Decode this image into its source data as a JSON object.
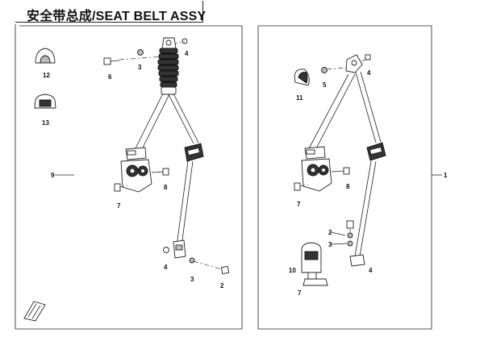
{
  "title": "安全带总成/SEAT BELT ASSY",
  "left_group": {
    "group_callout": "9",
    "callouts": {
      "p12": "12",
      "p13": "13",
      "p6": "6",
      "p3_top": "3",
      "p4_top": "4",
      "p8": "8",
      "p7": "7",
      "p4_bottom": "4",
      "p3_bottom": "3",
      "p2": "2"
    }
  },
  "right_group": {
    "group_callout": "1",
    "callouts": {
      "p11": "11",
      "p5": "5",
      "p4_top": "4",
      "p8": "8",
      "p7": "7",
      "p2": "2",
      "p3": "3",
      "p10": "10",
      "p4_bottom": "4",
      "p7_bottom": "7"
    }
  },
  "colors": {
    "line": "#222222",
    "background": "#ffffff"
  },
  "icons": [
    "front-direction-arrow-icon"
  ]
}
